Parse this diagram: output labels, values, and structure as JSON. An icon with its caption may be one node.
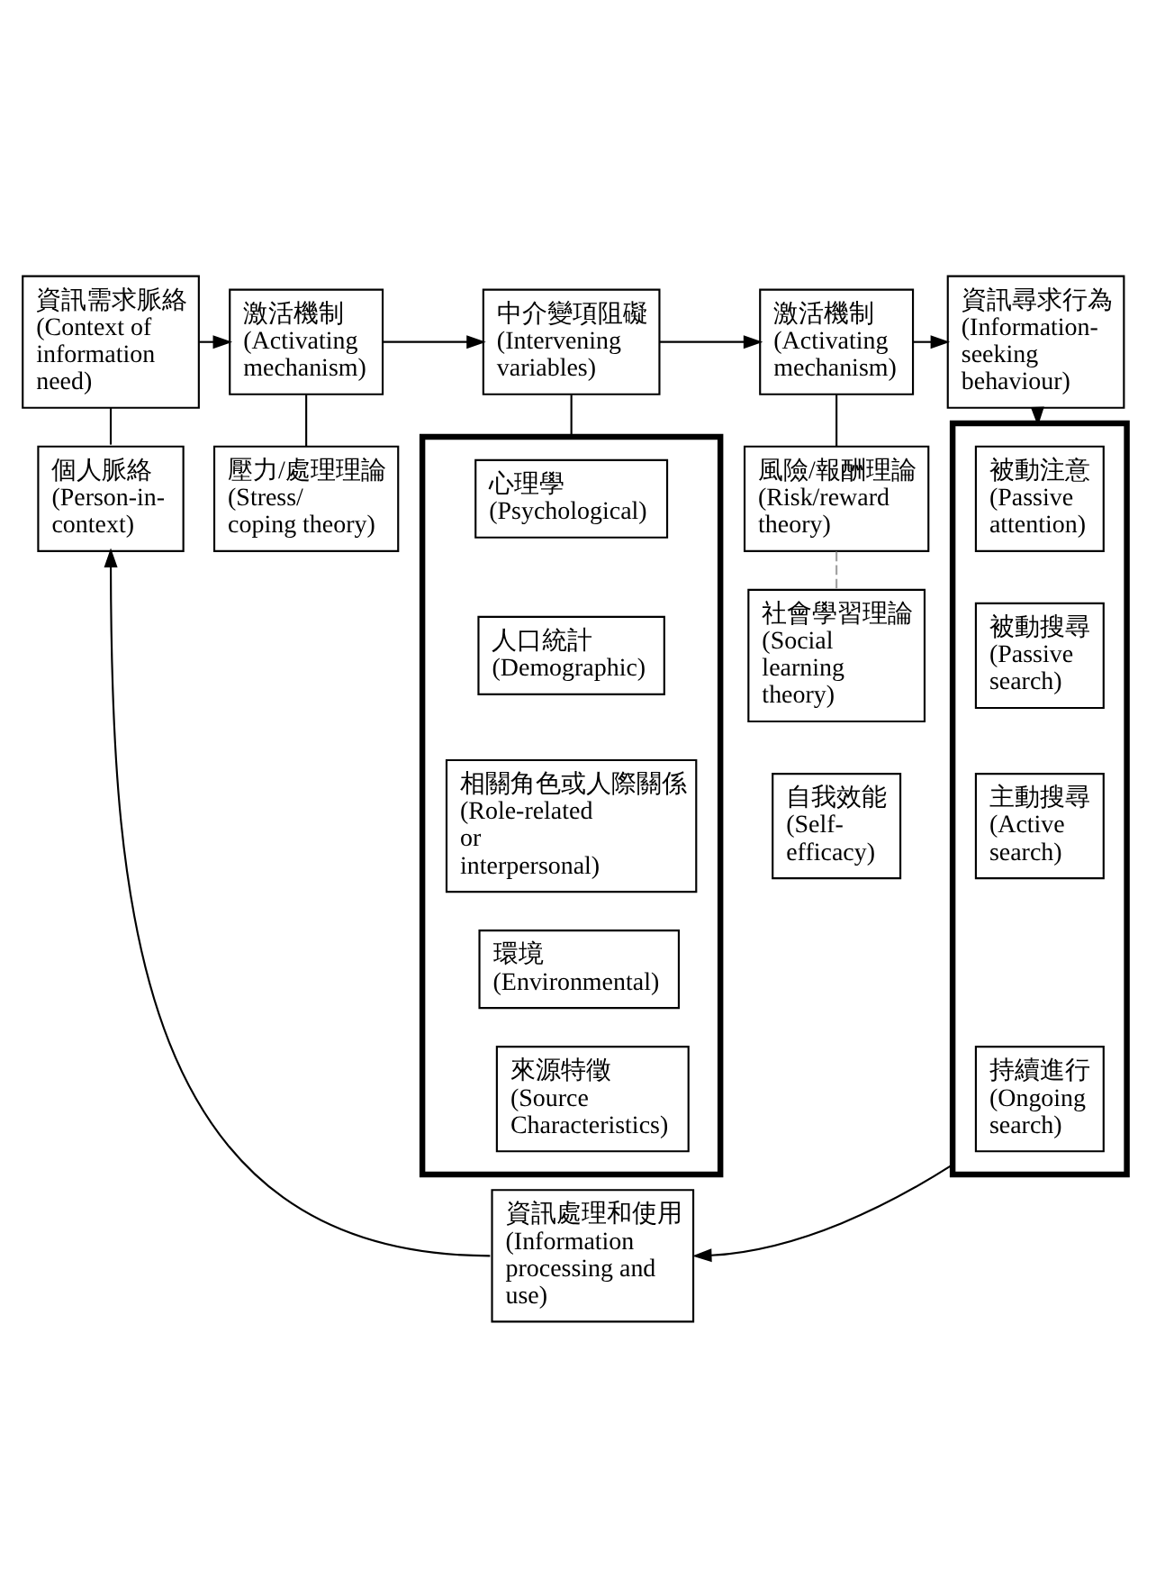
{
  "diagram": {
    "nodes": [
      {
        "text": [
          "資訊需求脈絡",
          "(Context of information need)"
        ]
      },
      {
        "text": [
          "激活機制",
          "(Activating mechanism)"
        ]
      },
      {
        "text": [
          "中介變項阻礙",
          "(Intervening variables)"
        ]
      },
      {
        "text": [
          "激活機制",
          "(Activating mechanism)"
        ]
      },
      {
        "text": [
          "資訊尋求行為",
          "(Information-seeking behaviour)"
        ]
      },
      {
        "text": [
          "個人脈絡",
          "(Person-in-context)"
        ]
      },
      {
        "text": [
          "壓力/處理理論",
          "(Stress/ coping theory)"
        ]
      },
      {
        "text": [],
        "shape": "box"
      },
      {
        "text": [
          "心理學",
          "(Psychological)"
        ],
        "in": 7
      },
      {
        "text": [
          "人口統計",
          "(Demographic)"
        ],
        "in": 7
      },
      {
        "text": [
          "相關角色或人際關係",
          "(Role-related or interpersonal)"
        ],
        "in": 7
      },
      {
        "text": [
          "環境",
          "(Environmental)"
        ],
        "in": 7
      },
      {
        "text": [
          "來源特徵",
          "(Source Characteristics)"
        ],
        "in": 7
      },
      {
        "text": [
          "風險/報酬理論",
          "(Risk/reward theory)"
        ]
      },
      {
        "text": [
          "社會學習理論",
          "(Social learning theory)"
        ]
      },
      {
        "text": [
          "自我效能",
          "(Self-efficacy)"
        ]
      },
      {
        "text": [],
        "shape": "box"
      },
      {
        "text": [
          "被動注意",
          "(Passive attention)"
        ],
        "in": 16
      },
      {
        "text": [
          "被動搜尋",
          "(Passive search)"
        ],
        "in": 16
      },
      {
        "text": [
          "主動搜尋",
          "(Active search)"
        ],
        "in": 16
      },
      {
        "text": [
          "持續進行",
          "(Ongoing search)"
        ],
        "in": 16
      },
      {
        "text": [
          "資訊處理和使用",
          "(Information processing and use)"
        ]
      }
    ],
    "edges": [
      {
        "from": 0,
        "to": 1,
        "arrow": "to"
      },
      {
        "from": 1,
        "to": 2,
        "arrow": "to"
      },
      {
        "from": 2,
        "to": 3,
        "arrow": "to"
      },
      {
        "from": 3,
        "to": 4,
        "arrow": "to"
      },
      {
        "from": 0,
        "to": 5,
        "arrow": "none"
      },
      {
        "from": 1,
        "to": 6,
        "arrow": "none"
      },
      {
        "from": 2,
        "to": 7,
        "arrow": "none"
      },
      {
        "from": 3,
        "to": 13,
        "arrow": "none"
      },
      {
        "from": 13,
        "to": 14,
        "arrow": "none",
        "style": "dashed",
        "color": "#a0a0a0"
      },
      {
        "from": 4,
        "to": 16,
        "arrow": "to"
      },
      {
        "from": 16,
        "to": 21,
        "arrow": "to"
      },
      {
        "from": 21,
        "to": 5,
        "arrow": "to"
      }
    ]
  }
}
